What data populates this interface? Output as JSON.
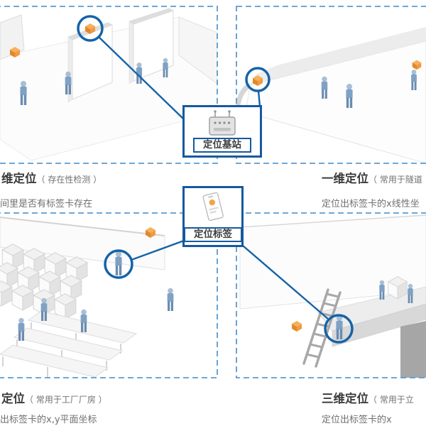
{
  "colors": {
    "accent_blue": "#1563a8",
    "dashed_blue": "#5a9bd0",
    "beacon_orange": "#f09a3e",
    "figure_blue": "#8fa9c6",
    "wall_gray": "#e6e6e6",
    "title_text": "#3c3c3c",
    "caption_text": "#6f6f6f"
  },
  "legend": {
    "station_label": "定位基站",
    "tag_label": "定位标签"
  },
  "quadrants": {
    "top_left": {
      "title": "维定位",
      "paren": "（ 存在性检测 ）",
      "subtitle": "间里是否有标签卡存在"
    },
    "top_right": {
      "title": "一维定位",
      "paren": "（ 常用于隧道",
      "subtitle": "定位出标签卡的x线性坐"
    },
    "bottom_left": {
      "title": "定位",
      "paren": "（ 常用于工厂厂房 ）",
      "subtitle": "出标签卡的x,y平面坐标"
    },
    "bottom_right": {
      "title": "三维定位",
      "paren": "（ 常用于立",
      "subtitle": "定位出标签卡的x"
    }
  }
}
